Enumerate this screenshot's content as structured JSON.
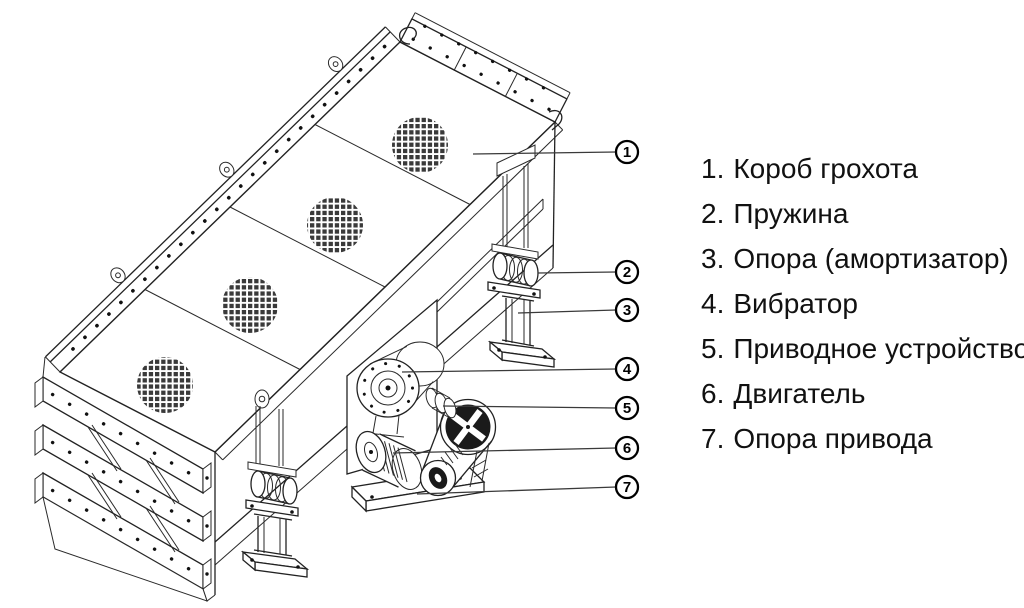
{
  "colors": {
    "background": "#ffffff",
    "line": "#222222",
    "text": "#111111",
    "callout_stroke": "#000000",
    "mesh_fill": "#3a3a3a"
  },
  "callouts": {
    "numbers": [
      "1",
      "2",
      "3",
      "4",
      "5",
      "6",
      "7"
    ]
  },
  "legend": {
    "items": [
      {
        "num": "1.",
        "label": "Короб грохота"
      },
      {
        "num": "2.",
        "label": "Пружина"
      },
      {
        "num": "3.",
        "label": "Опора (амортизатор)"
      },
      {
        "num": "4.",
        "label": "Вибратор"
      },
      {
        "num": "5.",
        "label": "Приводное устройство"
      },
      {
        "num": "6.",
        "label": "Двигатель"
      },
      {
        "num": "7.",
        "label": "Опора привода"
      }
    ]
  }
}
